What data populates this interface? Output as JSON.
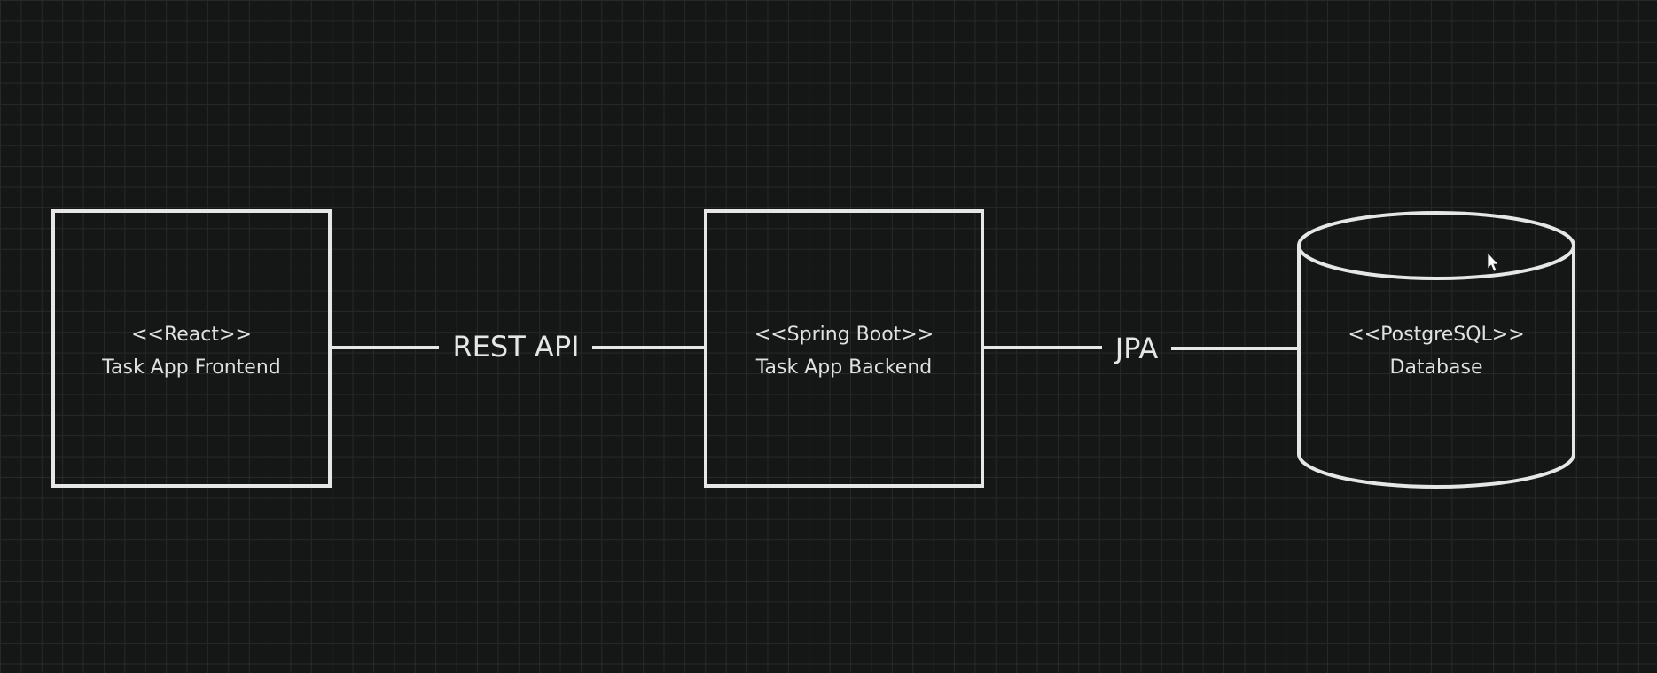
{
  "nodes": {
    "frontend": {
      "stereotype": "<<React>>",
      "name": "Task App Frontend"
    },
    "backend": {
      "stereotype": "<<Spring Boot>>",
      "name": "Task App Backend"
    },
    "database": {
      "stereotype": "<<PostgreSQL>>",
      "name": "Database"
    }
  },
  "edges": {
    "frontend_backend": {
      "label": "REST API"
    },
    "backend_database": {
      "label": "JPA"
    }
  },
  "colors": {
    "background": "#151716",
    "grid": "#262927",
    "stroke": "#e6e6e6",
    "text": "#e0e0e0"
  }
}
